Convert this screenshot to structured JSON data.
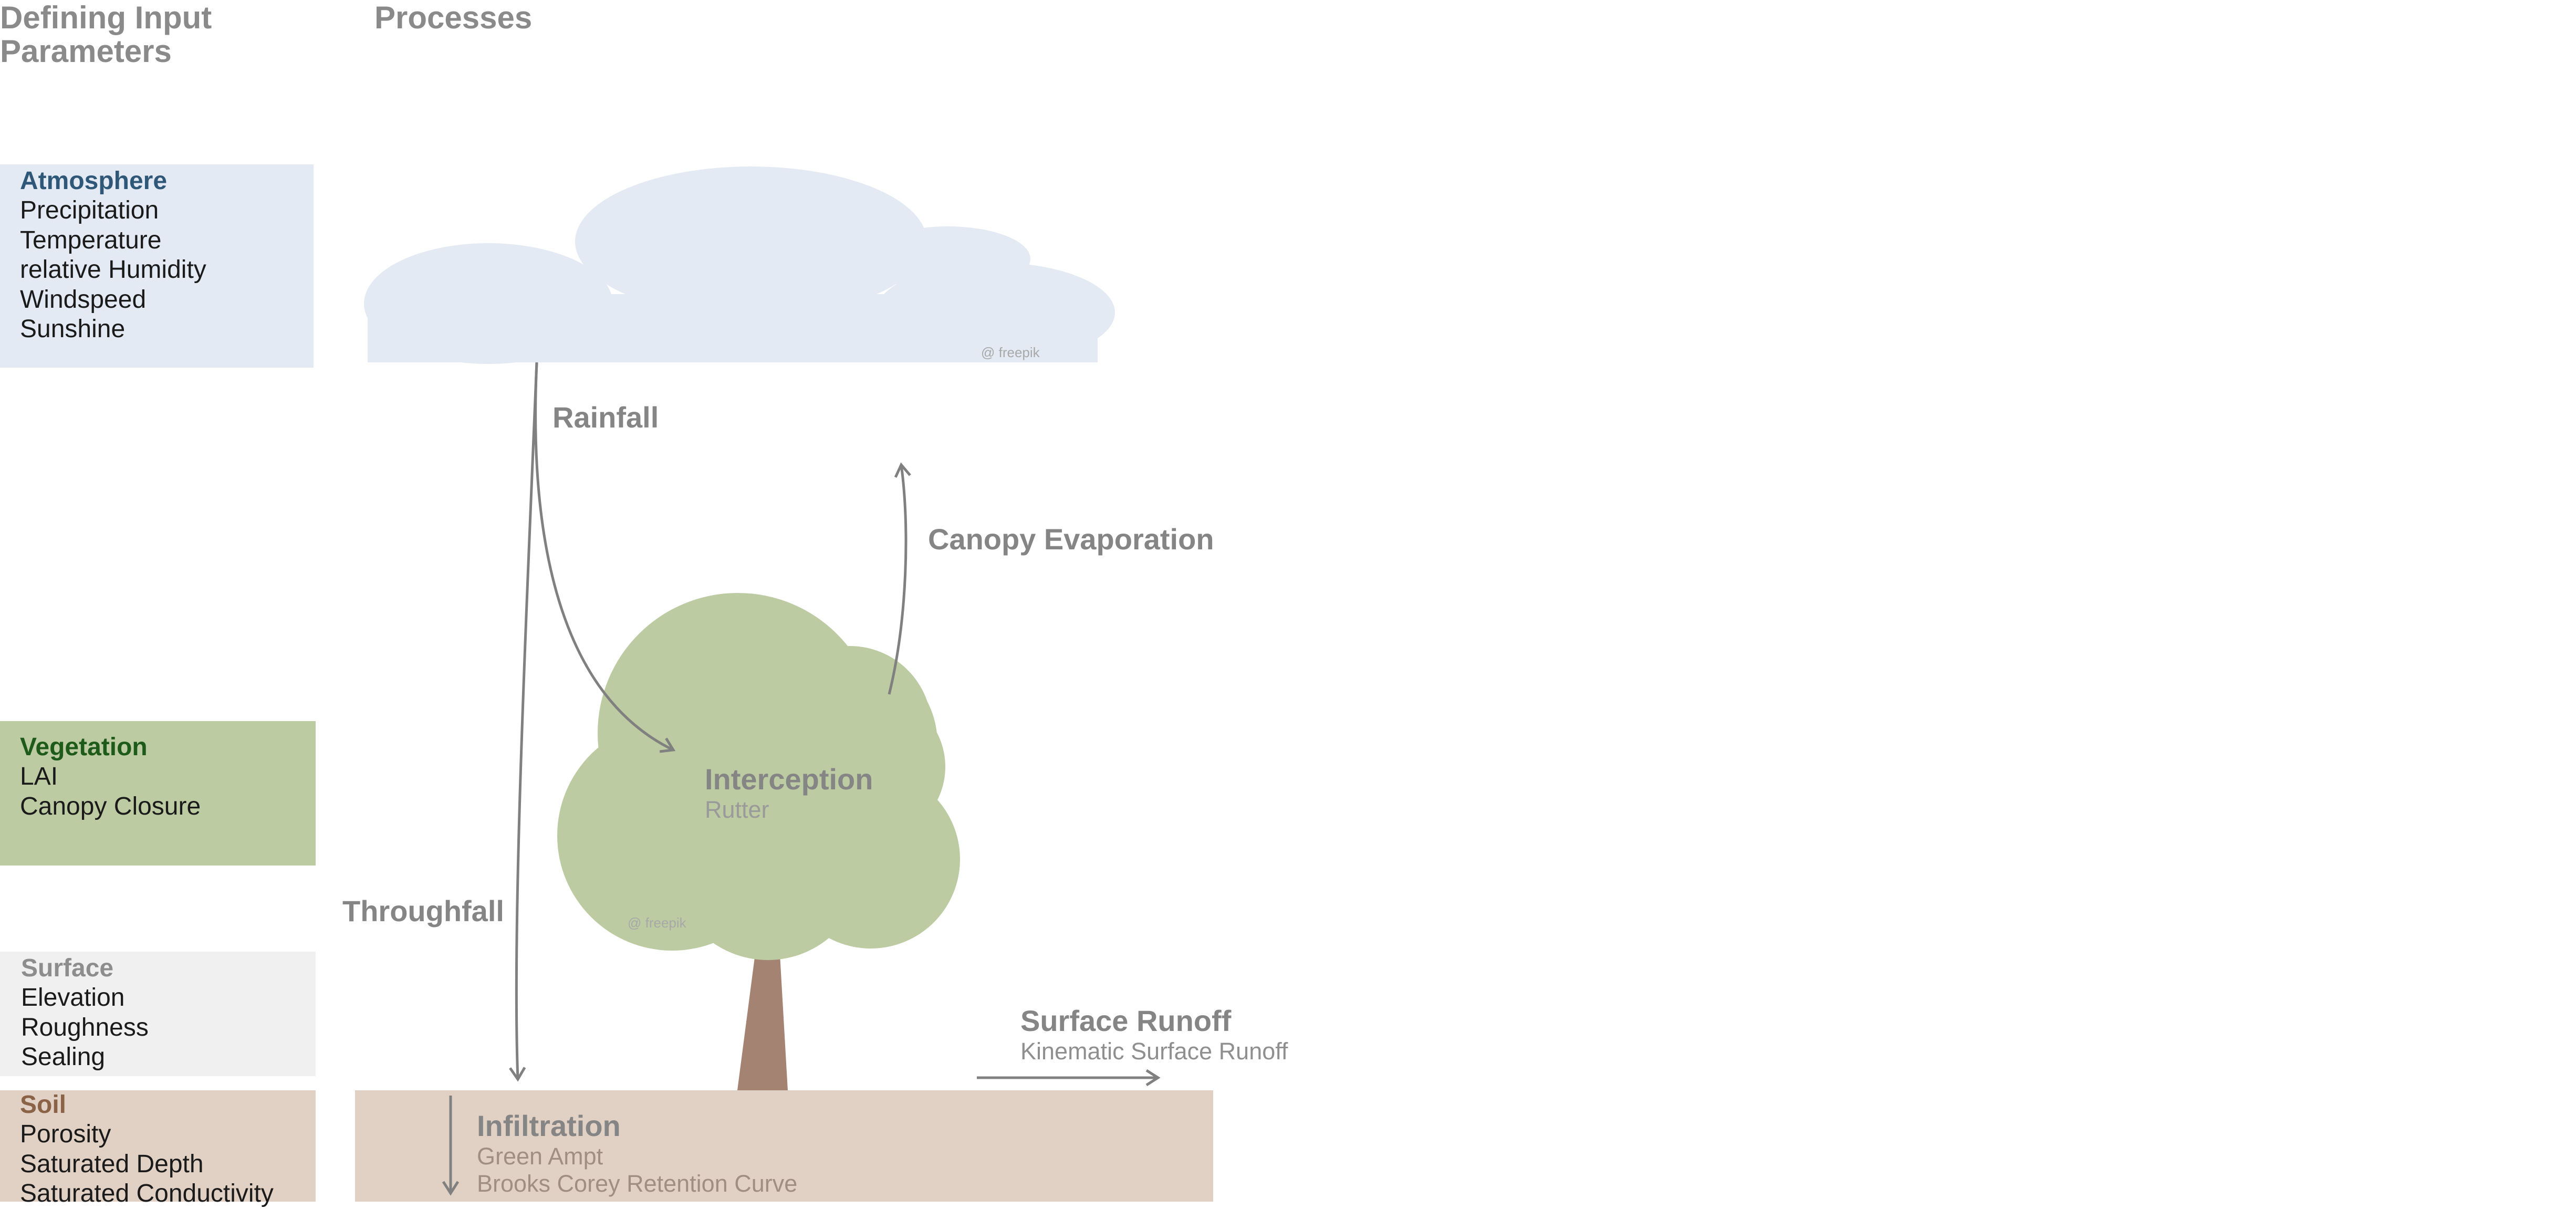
{
  "headings": {
    "left_line1": "Defining Input",
    "left_line2": "Parameters",
    "right": "Processes"
  },
  "parameters": {
    "atmosphere": {
      "title": "Atmosphere",
      "items": [
        "Precipitation",
        "Temperature",
        "relative Humidity",
        "Windspeed",
        "Sunshine"
      ]
    },
    "vegetation": {
      "title": "Vegetation",
      "items": [
        "LAI",
        "Canopy Closure"
      ]
    },
    "surface": {
      "title": "Surface",
      "items": [
        "Elevation",
        "Roughness",
        "Sealing"
      ]
    },
    "soil": {
      "title": "Soil",
      "items": [
        "Porosity",
        "Saturated Depth",
        "Saturated Conductivity"
      ]
    }
  },
  "processes": {
    "rainfall": "Rainfall",
    "canopy_evaporation": "Canopy Evaporation",
    "throughfall": "Throughfall",
    "interception": {
      "title": "Interception",
      "method": "Rutter"
    },
    "surface_runoff": {
      "title": "Surface Runoff",
      "method": "Kinematic Surface Runoff"
    },
    "infiltration": {
      "title": "Infiltration",
      "methods": [
        "Green Ampt",
        "Brooks Corey Retention Curve"
      ]
    }
  },
  "credits": {
    "cloud": "@ freepik",
    "tree": "@ freepik"
  },
  "colors": {
    "atmosphere_bg": "#e4eaf4",
    "atmosphere_title": "#2f5878",
    "vegetation_bg": "#bccba2",
    "vegetation_title": "#1e5a1a",
    "surface_bg": "#f0f0f0",
    "surface_title": "#8d8d8d",
    "soil_bg": "#e1d1c4",
    "soil_title": "#8a6246",
    "cloud": "#e4eaf4",
    "tree_crown": "#bccba2",
    "tree_trunk": "#a58373",
    "arrow": "#808080"
  }
}
